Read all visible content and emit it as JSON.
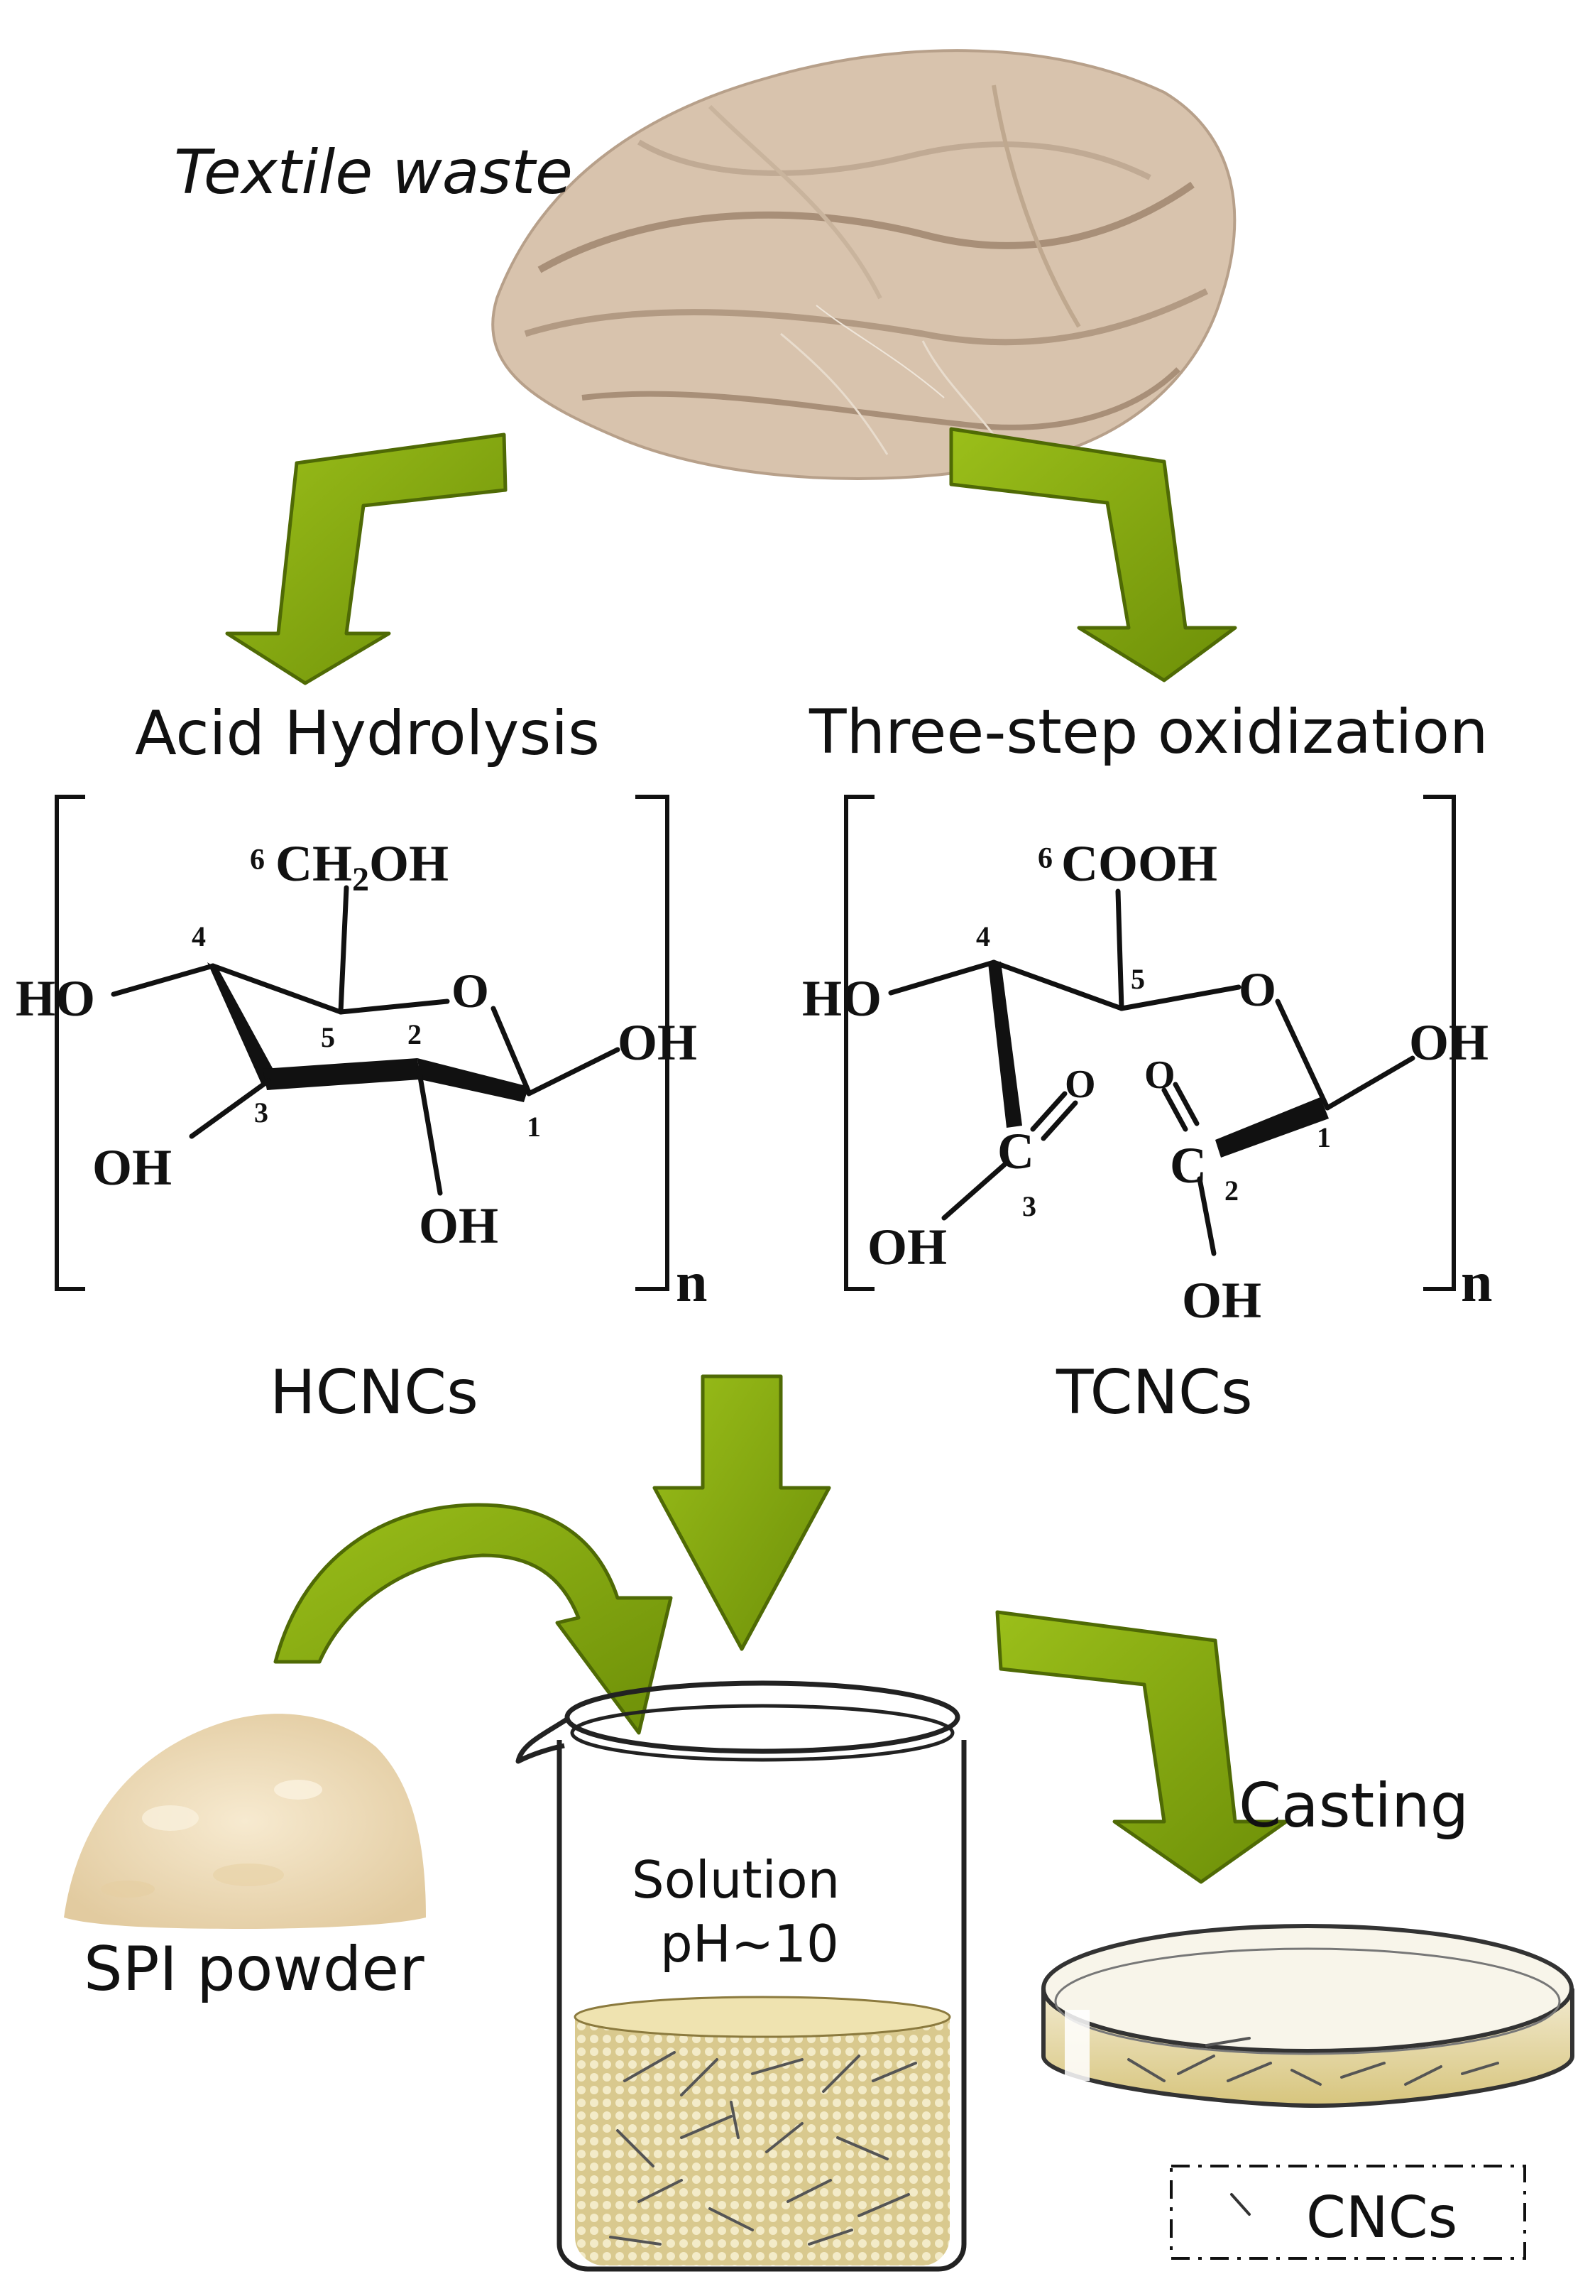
{
  "labels": {
    "textile_waste": "Textile waste",
    "acid_hydrolysis": "Acid Hydrolysis",
    "three_step_oxidization": "Three-step oxidization",
    "hcncs": "HCNCs",
    "tcncs": "TCNCs",
    "spi_powder": "SPI powder",
    "solution": "Solution",
    "ph": "pH~10",
    "casting": "Casting",
    "cncs": "CNCs"
  },
  "hcnc_structure": {
    "ch2oh_prefix": "6",
    "ch2oh": "CH",
    "ch2oh_sub": "2",
    "ch2oh_suffix": "OH",
    "ring_o": "O",
    "ho_left": "HO",
    "oh_right": "OH",
    "oh_c3": "OH",
    "oh_c2": "OH",
    "n": "n",
    "carbon_numbers": [
      "1",
      "2",
      "3",
      "4",
      "5"
    ]
  },
  "tcnc_structure": {
    "cooh_prefix": "6",
    "cooh": "COOH",
    "ring_o": "O",
    "ho_left": "HO",
    "oh_right": "OH",
    "c3_c": "C",
    "c3_o": "O",
    "c3_oh": "OH",
    "c2_c": "C",
    "c2_o": "O",
    "c2_oh": "OH",
    "n": "n",
    "carbon_numbers": [
      "1",
      "2",
      "3",
      "4",
      "5"
    ]
  },
  "colors": {
    "arrow_fill": "#7ea10e",
    "arrow_stroke": "#4f6a05",
    "fabric": "#d8c3ad",
    "fabric_shadow": "#b7a08a",
    "powder": "#efdcb8",
    "solution": "#e3d49c",
    "dish_liquid": "#ece0a0"
  }
}
